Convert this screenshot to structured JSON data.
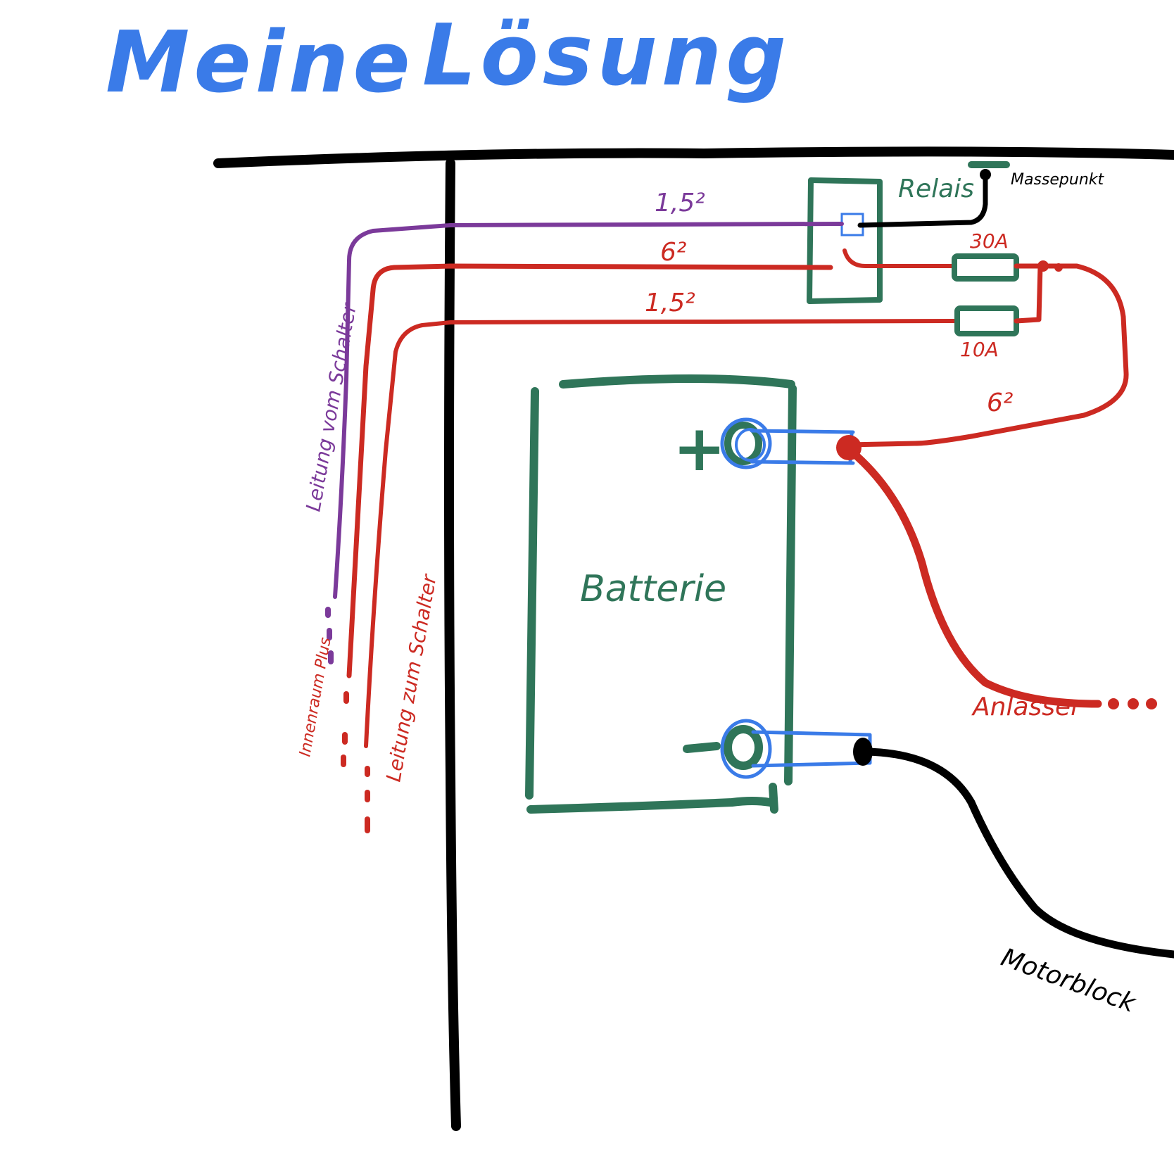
{
  "title": {
    "word1": "Meine",
    "word2": "Lösung"
  },
  "labels": {
    "relay": "Relais",
    "ground_point": "Massepunkt",
    "wire_purple_gauge": "1,5²",
    "wire_red_top_gauge": "6²",
    "wire_red_mid_gauge": "1,5²",
    "wire_red_right_gauge": "6²",
    "fuse_top": "30A",
    "fuse_bottom": "10A",
    "battery": "Batterie",
    "battery_plus": "+",
    "battery_minus": "−",
    "starter": "Anlasser",
    "engine_block": "Motorblock",
    "switch_line_purple": "Leitung vom Schalter",
    "interior_plus": "Innenraum Plus",
    "switch_line_red": "Leitung zum Schalter"
  },
  "colors": {
    "title_blue": "#3a7be8",
    "frame_black": "#000000",
    "wire_purple": "#7b3a9a",
    "wire_red": "#cc2a22",
    "component_green": "#2f7559",
    "terminal_blue": "#3a7be8"
  }
}
